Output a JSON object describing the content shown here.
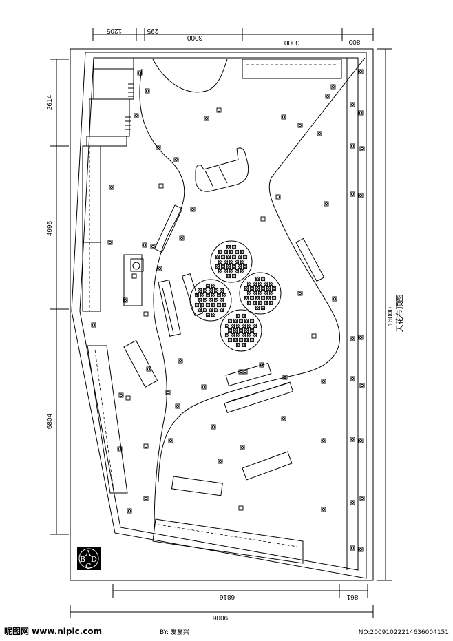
{
  "drawing": {
    "title": "天花布顶图"
  },
  "dimensions": {
    "top": [
      "1205",
      "295",
      "3000",
      "3000",
      "800"
    ],
    "left": [
      "2614",
      "4995",
      "6804"
    ],
    "right": "16000",
    "bottom_inner_left": "6816",
    "bottom_inner_right": "861",
    "bottom_total": "9006"
  },
  "logo": {
    "letters": [
      "A",
      "B",
      "C",
      "D"
    ]
  },
  "watermark": {
    "site": "昵图网 www.nipic.com",
    "by": "BY: 爱爱兴",
    "number": "NO:20091022214636004151"
  }
}
